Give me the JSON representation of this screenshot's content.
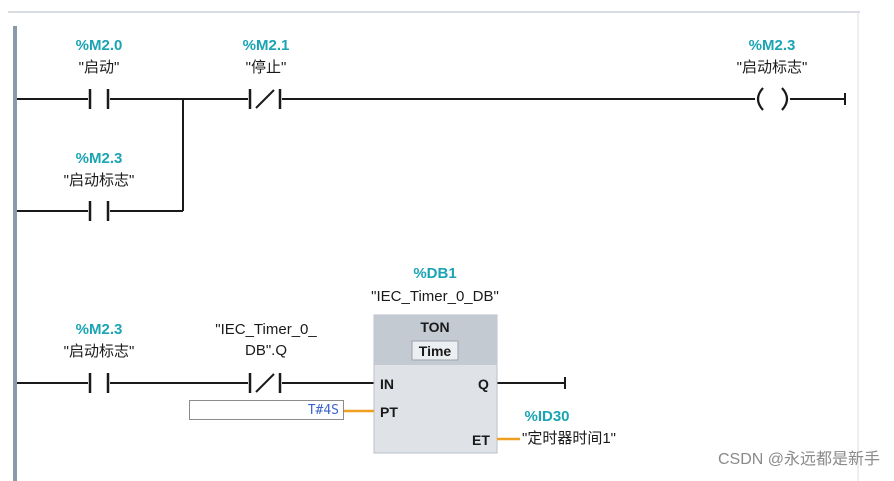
{
  "network1": {
    "contact_start": {
      "address": "%M2.0",
      "symbol": "\"启动\""
    },
    "contact_stop": {
      "address": "%M2.1",
      "symbol": "\"停止\""
    },
    "coil_flag": {
      "address": "%M2.3",
      "symbol": "\"启动标志\""
    },
    "contact_flag": {
      "address": "%M2.3",
      "symbol": "\"启动标志\""
    }
  },
  "network2": {
    "contact_flag": {
      "address": "%M2.3",
      "symbol": "\"启动标志\""
    },
    "contact_timer_q": {
      "symbol_line1": "\"IEC_Timer_0_",
      "symbol_line2": "DB\".Q"
    },
    "timer": {
      "db_address": "%DB1",
      "db_symbol": "\"IEC_Timer_0_DB\"",
      "type": "TON",
      "subtype": "Time",
      "pins": {
        "in": "IN",
        "q": "Q",
        "pt": "PT",
        "et": "ET"
      },
      "pt_value": "T#4S",
      "et_address": "%ID30",
      "et_symbol": "\"定时器时间1\""
    }
  },
  "watermark": "CSDN @永远都是新手",
  "colors": {
    "address": "#1aa4b4",
    "wire": "#1a1a1a",
    "rail": "#8a9aab",
    "timer_box": "#dfe3e8",
    "timer_header": "#c4cad2",
    "pt_wire": "#f0a020"
  }
}
